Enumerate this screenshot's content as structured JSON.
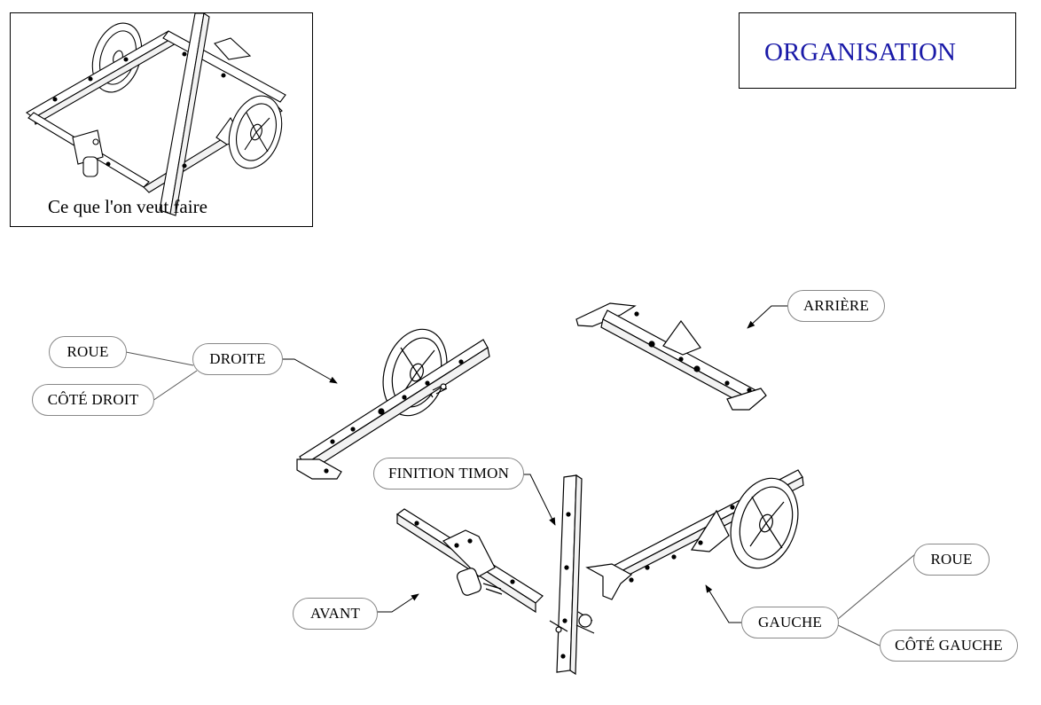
{
  "title": "ORGANISATION",
  "preview": {
    "caption": "Ce que l'on veut faire"
  },
  "labels": {
    "roue_droite": "ROUE",
    "cote_droit": "CÔTÉ DROIT",
    "droite": "DROITE",
    "arriere": "ARRIÈRE",
    "finition_timon": "FINITION TIMON",
    "avant": "AVANT",
    "gauche": "GAUCHE",
    "roue_gauche": "ROUE",
    "cote_gauche": "CÔTÉ GAUCHE"
  }
}
